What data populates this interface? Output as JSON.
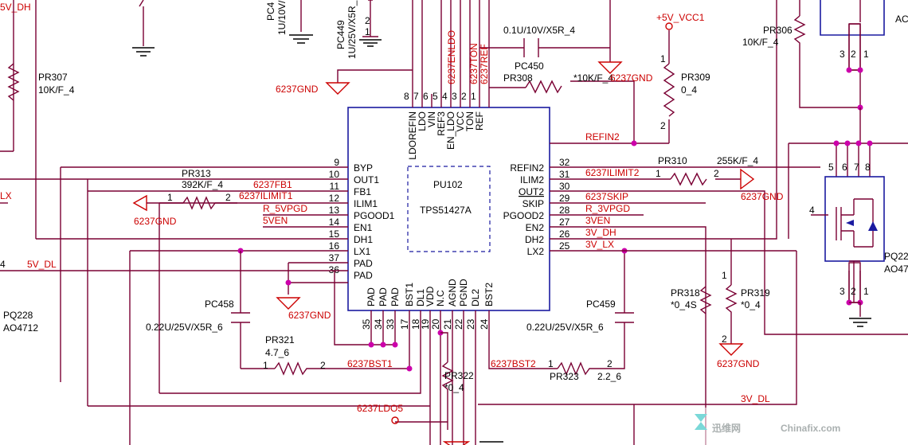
{
  "chip": {
    "ref": "PU102",
    "part": "TPS51427A",
    "left_pins": [
      {
        "num": "9",
        "name": "BYP"
      },
      {
        "num": "10",
        "name": "OUT1"
      },
      {
        "num": "11",
        "name": "FB1"
      },
      {
        "num": "12",
        "name": "ILIM1"
      },
      {
        "num": "13",
        "name": "PGOOD1"
      },
      {
        "num": "14",
        "name": "EN1"
      },
      {
        "num": "15",
        "name": "DH1"
      },
      {
        "num": "16",
        "name": "LX1"
      },
      {
        "num": "37",
        "name": "PAD"
      },
      {
        "num": "36",
        "name": "PAD"
      }
    ],
    "right_pins": [
      {
        "num": "32",
        "name": "REFIN2"
      },
      {
        "num": "31",
        "name": "ILIM2"
      },
      {
        "num": "30",
        "name": "OUT2"
      },
      {
        "num": "29",
        "name": "SKIP"
      },
      {
        "num": "28",
        "name": "PGOOD2"
      },
      {
        "num": "27",
        "name": "EN2"
      },
      {
        "num": "26",
        "name": "DH2"
      },
      {
        "num": "25",
        "name": "LX2"
      }
    ],
    "top_pins": [
      {
        "num": "8",
        "name": "LDOREFIN"
      },
      {
        "num": "7",
        "name": "LDO"
      },
      {
        "num": "6",
        "name": "VIN"
      },
      {
        "num": "5",
        "name": "REF3"
      },
      {
        "num": "4",
        "name": "EN_LDO"
      },
      {
        "num": "3",
        "name": "VCC"
      },
      {
        "num": "2",
        "name": "TON"
      },
      {
        "num": "1",
        "name": "REF"
      }
    ],
    "bottom_pins": [
      {
        "num": "35",
        "name": "PAD"
      },
      {
        "num": "34",
        "name": "PAD"
      },
      {
        "num": "33",
        "name": "PAD"
      },
      {
        "num": "17",
        "name": "BST1"
      },
      {
        "num": "18",
        "name": "DL1"
      },
      {
        "num": "19",
        "name": "VDD"
      },
      {
        "num": "20",
        "name": "N.C"
      },
      {
        "num": "21",
        "name": "AGND"
      },
      {
        "num": "22",
        "name": "PGND"
      },
      {
        "num": "23",
        "name": "DL2"
      },
      {
        "num": "24",
        "name": "BST2"
      }
    ]
  },
  "nets": {
    "v5_dh_top": "5V_DH",
    "gnd_6237": "6237GND",
    "enldo": "6237ENLDO",
    "ton": "6237TON",
    "ref": "6237REF",
    "refin2": "REFIN2",
    "fb1": "6237FB1",
    "ilimit1": "6237ILIMIT1",
    "r5vpgd": "R_5VPGD",
    "v5en": "5VEN",
    "v5dl": "5V_DL",
    "lx_left": "LX",
    "ilimit2": "6237ILIMIT2",
    "skip": "6237SKIP",
    "r3vpgd": "R_3VPGD",
    "v3en": "3VEN",
    "v3dh": "3V_DH",
    "v3lx": "3V_LX",
    "v3dl": "3V_DL",
    "bst1": "6237BST1",
    "bst2": "6237BST2",
    "ldo5": "6237LDO5",
    "vcc5": "+5V_VCC1"
  },
  "parts": {
    "pc4_top": "PC4",
    "pc4_top_val": "1U/10V/",
    "pc449": "PC449",
    "pc449_val": "1U/25V/X5R_",
    "pc450": "PC450",
    "pc450_val": "0.1U/10V/X5R_4",
    "pr308": "PR308",
    "pr308_val": "*10K/F_4",
    "pr309": "PR309",
    "pr309_val": "0_4",
    "pr306": "PR306",
    "pr306_val": "10K/F_4",
    "pr307": "PR307",
    "pr307_val": "10K/F_4",
    "pr313": "PR313",
    "pr313_val": "392K/F_4",
    "pr310": "PR310",
    "pr310_val": "255K/F_4",
    "pc458": "PC458",
    "pc458_val": "0.22U/25V/X5R_6",
    "pc459": "PC459",
    "pc459_val": "0.22U/25V/X5R_6",
    "pr321": "PR321",
    "pr321_val": "4.7_6",
    "pr318": "PR318",
    "pr318_val": "*0_4S",
    "pr319": "PR319",
    "pr319_val": "*0_4",
    "pr322": "PR322",
    "pr322_val": "*0_4",
    "pr323": "PR323",
    "pr323_val": "2.2_6",
    "pq228": "PQ228",
    "pq228_val": "AO4712",
    "pq22_right": "PQ22",
    "pq22_right_val": "AO47",
    "ac_top_right": "AC"
  },
  "watermark": {
    "cn": "迅维网",
    "en": "Chinafix.com"
  }
}
